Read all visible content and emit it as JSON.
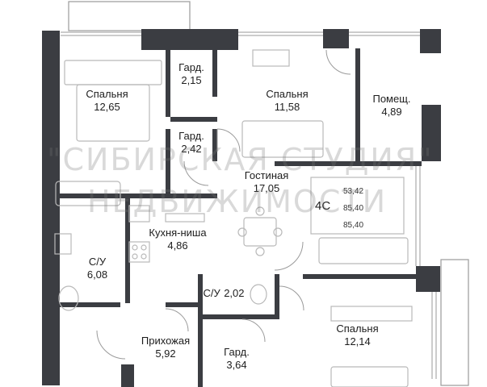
{
  "apartment": {
    "code": "4С",
    "area_living": "53,42",
    "area_total": "85,40",
    "area_total2": "85,40"
  },
  "rooms": [
    {
      "id": "bedroom-1",
      "name": "Спальня",
      "area": "12,65"
    },
    {
      "id": "wardrobe-1",
      "name": "Гард.",
      "area": "2,15"
    },
    {
      "id": "bedroom-2",
      "name": "Спальня",
      "area": "11,58"
    },
    {
      "id": "storage",
      "name": "Помещ.",
      "area": "4,89"
    },
    {
      "id": "wardrobe-2",
      "name": "Гард.",
      "area": "2,42"
    },
    {
      "id": "living",
      "name": "Гостиная",
      "area": "17,05"
    },
    {
      "id": "kitchen",
      "name": "Кухня-ниша",
      "area": "4,86"
    },
    {
      "id": "bath-1",
      "name": "С/У",
      "area": "6,08"
    },
    {
      "id": "bath-2",
      "name": "С/У",
      "area": "2,02"
    },
    {
      "id": "hall",
      "name": "Прихожая",
      "area": "5,92"
    },
    {
      "id": "wardrobe-3",
      "name": "Гард.",
      "area": "3,64"
    },
    {
      "id": "bedroom-3",
      "name": "Спальня",
      "area": "12,14"
    }
  ],
  "watermark": {
    "line1": "\"СИБИРСКАЯ СТУДИЯ\"",
    "line2": "НЕДВИЖИМОСТИ"
  },
  "colors": {
    "wall": "#3b3d42",
    "line": "#8a8a8a",
    "furniture": "#b9b9b9"
  }
}
